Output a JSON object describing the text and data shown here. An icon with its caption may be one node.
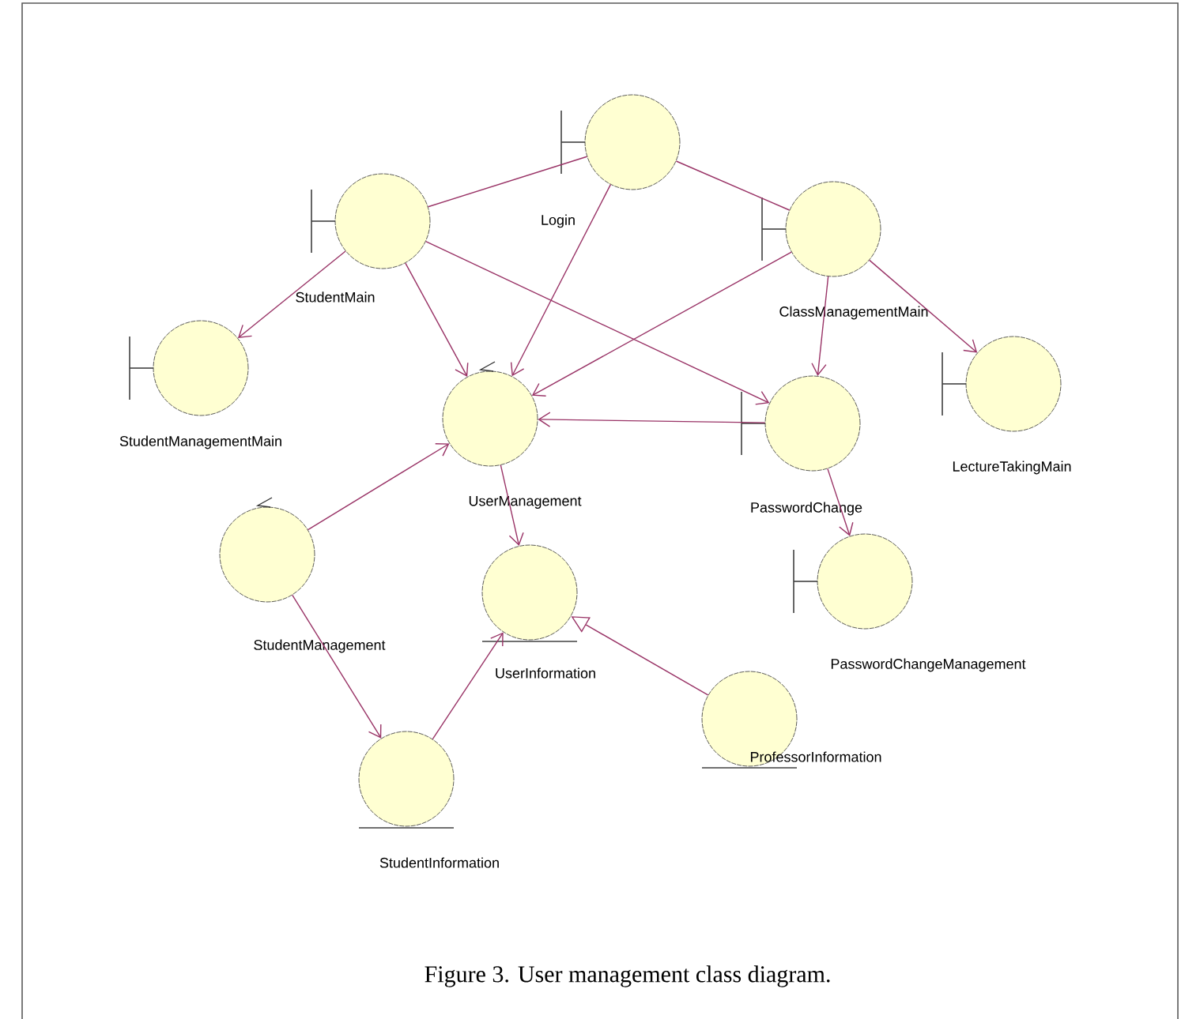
{
  "diagram": {
    "caption": "Figure 3. User management class diagram.",
    "nodes": [
      {
        "text": [
          "Login"
        ]
      },
      {
        "text": [
          "StudentMain"
        ]
      },
      {
        "text": [
          "ClassManagementMain"
        ]
      },
      {
        "text": [
          "StudentManagementMain"
        ]
      },
      {
        "text": [
          "UserManagement"
        ]
      },
      {
        "text": [
          "PasswordChange"
        ]
      },
      {
        "text": [
          "LectureTakingMain"
        ]
      },
      {
        "text": [
          "StudentManagement"
        ]
      },
      {
        "text": [
          "UserInformation"
        ]
      },
      {
        "text": [
          "PasswordChangeManagement"
        ]
      },
      {
        "text": [
          "StudentInformation"
        ]
      },
      {
        "text": [
          "ProfessorInformation"
        ]
      }
    ],
    "edges": [
      {
        "from": 1,
        "to": 0,
        "arrow": "none"
      },
      {
        "from": 0,
        "to": 2,
        "arrow": "none"
      },
      {
        "from": 1,
        "to": 3,
        "arrow": "to"
      },
      {
        "from": 1,
        "to": 4,
        "arrow": "to"
      },
      {
        "from": 1,
        "to": 5,
        "arrow": "to"
      },
      {
        "from": 0,
        "to": 4,
        "arrow": "to"
      },
      {
        "from": 2,
        "to": 4,
        "arrow": "to"
      },
      {
        "from": 2,
        "to": 5,
        "arrow": "to"
      },
      {
        "from": 2,
        "to": 6,
        "arrow": "to"
      },
      {
        "from": 5,
        "to": 4,
        "arrow": "to"
      },
      {
        "from": 4,
        "to": 8,
        "arrow": "to"
      },
      {
        "from": 7,
        "to": 4,
        "arrow": "to"
      },
      {
        "from": 7,
        "to": 10,
        "arrow": "to"
      },
      {
        "from": 10,
        "to": 8,
        "arrow": "to"
      },
      {
        "from": 5,
        "to": 9,
        "arrow": "to"
      },
      {
        "from": 11,
        "to": 8,
        "arrow": "to"
      }
    ]
  }
}
